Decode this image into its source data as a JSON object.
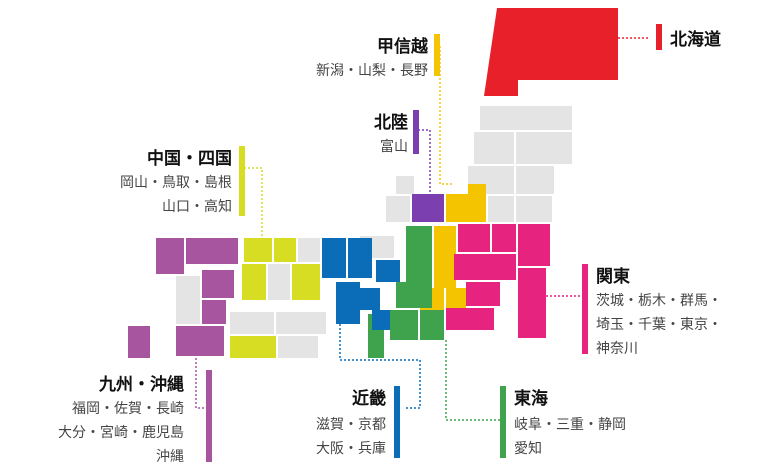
{
  "colors": {
    "hokkaido": "#e8202a",
    "koshinetsu": "#f5c400",
    "hokuriku": "#7b3fb0",
    "chugoku_shikoku": "#d6dd23",
    "kyushu_okinawa": "#a855a0",
    "kinki": "#0b6cb8",
    "tokai": "#3fa34d",
    "kanto": "#e6247f",
    "other": "#e4e4e4"
  },
  "regions": {
    "hokkaido": {
      "name": "北海道"
    },
    "koshinetsu": {
      "name": "甲信越",
      "lines": [
        "新潟・山梨・長野"
      ]
    },
    "hokuriku": {
      "name": "北陸",
      "lines": [
        "富山"
      ]
    },
    "chugoku_shikoku": {
      "name": "中国・四国",
      "lines": [
        "岡山・鳥取・島根",
        "山口・高知"
      ]
    },
    "kanto": {
      "name": "関東",
      "lines": [
        "茨城・栃木・群馬・",
        "埼玉・千葉・東京・",
        "神奈川"
      ]
    },
    "kyushu_okinawa": {
      "name": "九州・沖縄",
      "lines": [
        "福岡・佐賀・長崎",
        "大分・宮崎・鹿児島",
        "沖縄"
      ]
    },
    "kinki": {
      "name": "近畿",
      "lines": [
        "滋賀・京都",
        "大阪・兵庫"
      ]
    },
    "tokai": {
      "name": "東海",
      "lines": [
        "岐阜・三重・静岡",
        "愛知"
      ]
    }
  }
}
